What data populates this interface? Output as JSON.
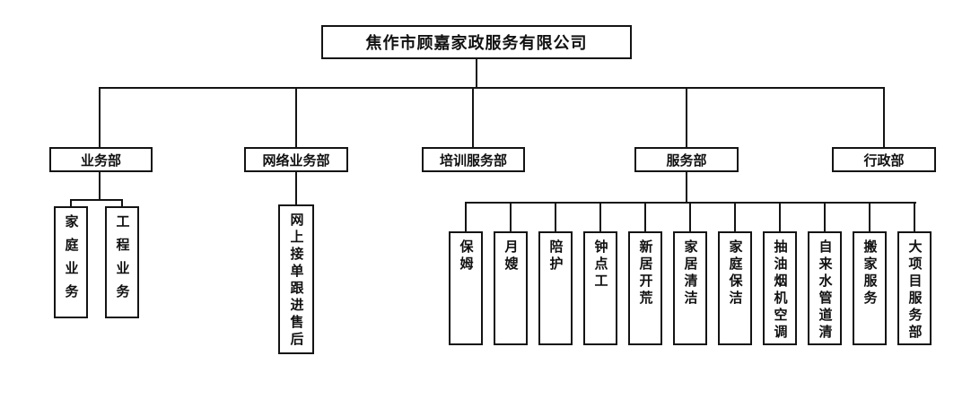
{
  "page": {
    "background": "#ffffff",
    "line_color": "#141414"
  },
  "root": {
    "label": "焦作市顾嘉家政服务有限公司"
  },
  "departments": [
    {
      "id": "business",
      "label": "业务部"
    },
    {
      "id": "network",
      "label": "网络业务部"
    },
    {
      "id": "training",
      "label": "培训服务部"
    },
    {
      "id": "service",
      "label": "服务部"
    },
    {
      "id": "admin",
      "label": "行政部"
    }
  ],
  "business_children": [
    {
      "label": "家庭业务"
    },
    {
      "label": "工程业务"
    }
  ],
  "network_children": [
    {
      "label": "网上接单跟进售后"
    }
  ],
  "service_children": [
    {
      "label": "保姆"
    },
    {
      "label": "月嫂"
    },
    {
      "label": "陪护"
    },
    {
      "label": "钟点工"
    },
    {
      "label": "新居开荒"
    },
    {
      "label": "家居清洁"
    },
    {
      "label": "家庭保洁"
    },
    {
      "label": "抽油烟机空调"
    },
    {
      "label": "自来水管道清"
    },
    {
      "label": "搬家服务"
    },
    {
      "label": "大项目服务部"
    }
  ]
}
